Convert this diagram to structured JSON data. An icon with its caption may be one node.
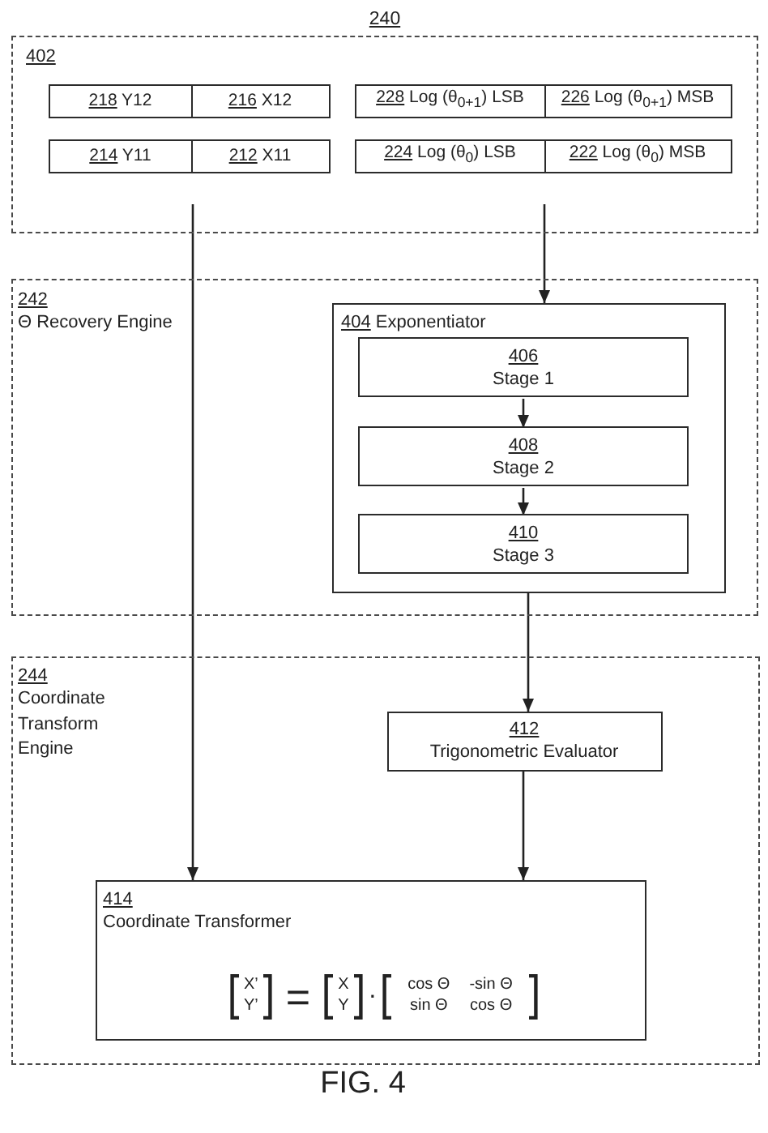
{
  "diagram": {
    "caption": "FIG. 4",
    "nodes": [
      {
        "text": [
          "240",
          "402"
        ]
      },
      {
        "text": [
          "218 Y12"
        ],
        "in": 0
      },
      {
        "text": [
          "216 X12"
        ],
        "in": 0
      },
      {
        "text": [
          "228 Log (θ$_{0+1}$) LSB"
        ],
        "in": 0
      },
      {
        "text": [
          "226 Log (θ$_{0+1}$) MSB"
        ],
        "in": 0
      },
      {
        "text": [
          "214 Y11"
        ],
        "in": 0
      },
      {
        "text": [
          "212 X11"
        ],
        "in": 0
      },
      {
        "text": [
          "224 Log (θ$_{0}$) LSB"
        ],
        "in": 0
      },
      {
        "text": [
          "222 Log (θ$_{0}$) MSB"
        ],
        "in": 0
      },
      {
        "text": [
          "242",
          "Θ Recovery Engine"
        ]
      },
      {
        "text": [
          "404 Exponentiator"
        ],
        "in": 9
      },
      {
        "text": [
          "406",
          "Stage 1"
        ],
        "in": 10
      },
      {
        "text": [
          "408",
          "Stage 2"
        ],
        "in": 10
      },
      {
        "text": [
          "410",
          "Stage 3"
        ],
        "in": 10
      },
      {
        "text": [
          "244",
          "Coordinate Transform Engine"
        ]
      },
      {
        "text": [
          "412",
          "Trigonometric Evaluator"
        ],
        "in": 14
      },
      {
        "text": [
          "414",
          "Coordinate Transformer",
          "X’",
          "Y’",
          "=",
          "X",
          "Y",
          "·",
          "cos Θ",
          "-sin Θ",
          "sin Θ",
          "cos Θ"
        ],
        "in": 14
      }
    ],
    "edges": [
      {
        "from": 0,
        "to": 16,
        "arrow": "to"
      },
      {
        "from": 0,
        "to": 10,
        "arrow": "to"
      },
      {
        "from": 11,
        "to": 12,
        "arrow": "to"
      },
      {
        "from": 12,
        "to": 13,
        "arrow": "to"
      },
      {
        "from": 10,
        "to": 15,
        "arrow": "to"
      },
      {
        "from": 15,
        "to": 16,
        "arrow": "to"
      }
    ]
  }
}
